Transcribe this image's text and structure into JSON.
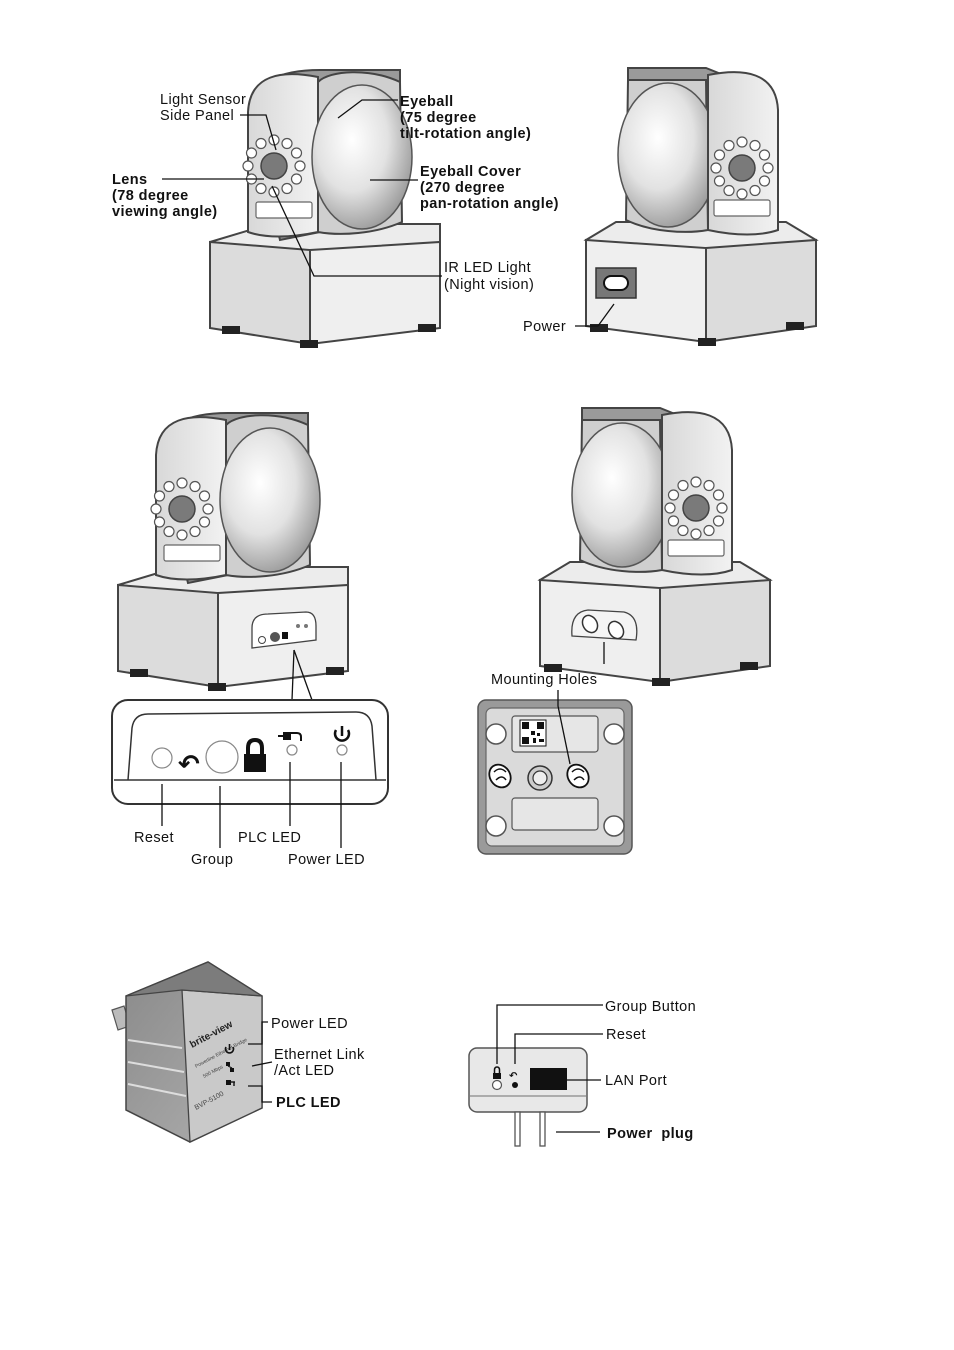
{
  "camera_front": {
    "light_sensor_line1": "Light Sensor",
    "side_panel_line2": "Side Panel",
    "eyeball_line1": "Eyeball",
    "eyeball_line2": "(75 degree",
    "eyeball_line3": " tilt-rotation angle)",
    "eyeball_cover_line1": "Eyeball Cover",
    "eyeball_cover_line2": "(270 degree",
    "eyeball_cover_line3": "pan-rotation angle)",
    "lens_line1": "Lens",
    "lens_line2": "(78 degree",
    "lens_line3": "viewing angle)",
    "ir_led_line1": "IR LED Light",
    "ir_led_line2": "(Night vision)"
  },
  "camera_back": {
    "power_label": "Power"
  },
  "panel_detail": {
    "reset_label": "Reset",
    "group_label": "Group",
    "plc_led_label": "PLC LED",
    "power_led_label": "Power LED"
  },
  "bottom_view": {
    "mounting_holes_label": "Mounting Holes"
  },
  "adapter_side": {
    "brand": "brite-view",
    "model": "BVP-5100",
    "spec_line1": "Powerline Ethernet Bridge",
    "spec_line2": "500 Mbps",
    "power_led_label": "Power LED",
    "ethernet_line1": "Ethernet Link",
    "ethernet_line2": "/Act LED",
    "plc_led_label": "PLC LED"
  },
  "adapter_bottom": {
    "group_button_label": "Group Button",
    "reset_label": "Reset",
    "lan_port_label": "LAN Port",
    "power_plug_label": "Power  plug"
  },
  "colors": {
    "outline": "#444444",
    "shell_dark": "#9a9a9a",
    "shell_mid": "#c4c4c4",
    "shell_light": "#e6e6e6",
    "black": "#111111"
  }
}
